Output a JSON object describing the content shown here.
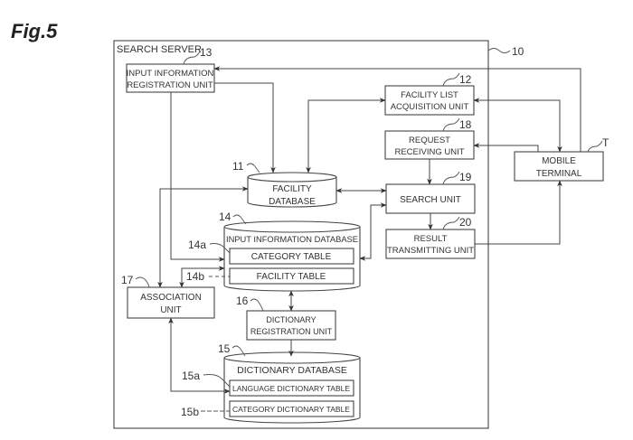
{
  "figure": {
    "label": "Fig.5"
  },
  "server": {
    "title": "SEARCH SERVER",
    "ref": "10"
  },
  "units": {
    "input_registration": {
      "ref": "13",
      "line1": "INPUT INFORMATION",
      "line2": "REGISTRATION UNIT"
    },
    "facility_list": {
      "ref": "12",
      "line1": "FACILITY LIST",
      "line2": "ACQUISITION UNIT"
    },
    "request_receiving": {
      "ref": "18",
      "line1": "REQUEST",
      "line2": "RECEIVING UNIT"
    },
    "search": {
      "ref": "19",
      "line1": "SEARCH UNIT"
    },
    "result_transmitting": {
      "ref": "20",
      "line1": "RESULT",
      "line2": "TRANSMITTING UNIT"
    },
    "association": {
      "ref": "17",
      "line1": "ASSOCIATION",
      "line2": "UNIT"
    },
    "dictionary_registration": {
      "ref": "16",
      "line1": "DICTIONARY",
      "line2": "REGISTRATION UNIT"
    },
    "mobile_terminal": {
      "ref": "T",
      "line1": "MOBILE",
      "line2": "TERMINAL"
    }
  },
  "databases": {
    "facility": {
      "ref": "11",
      "line1": "FACILITY",
      "line2": "DATABASE"
    },
    "input_information": {
      "ref": "14",
      "title": "INPUT INFORMATION DATABASE",
      "tables": [
        {
          "ref": "14a",
          "label": "CATEGORY TABLE"
        },
        {
          "ref": "14b",
          "label": "FACILITY TABLE"
        }
      ]
    },
    "dictionary": {
      "ref": "15",
      "title": "DICTIONARY DATABASE",
      "tables": [
        {
          "ref": "15a",
          "label": "LANGUAGE DICTIONARY TABLE"
        },
        {
          "ref": "15b",
          "label": "CATEGORY DICTIONARY TABLE"
        }
      ]
    }
  }
}
